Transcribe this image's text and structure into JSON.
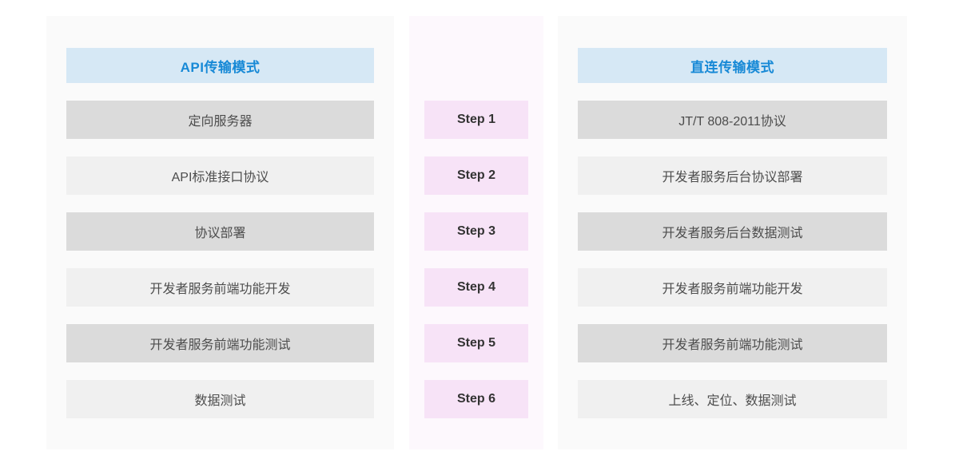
{
  "colors": {
    "panel_bg": "#fafafa",
    "middle_bg": "#fdf8fd",
    "header_bg": "#d6e8f5",
    "header_text": "#1789d6",
    "row_dark": "#dbdbdb",
    "row_light": "#f0f0f0",
    "row_text": "#4d4d4d",
    "step_bg": "#f7e3f7",
    "step_text": "#333333"
  },
  "left_column": {
    "header": "API传输模式",
    "rows": [
      {
        "label": "定向服务器"
      },
      {
        "label": "API标准接口协议"
      },
      {
        "label": "协议部署"
      },
      {
        "label": "开发者服务前端功能开发"
      },
      {
        "label": "开发者服务前端功能测试"
      },
      {
        "label": "数据测试"
      }
    ]
  },
  "steps_column": {
    "steps": [
      {
        "label": "Step 1"
      },
      {
        "label": "Step 2"
      },
      {
        "label": "Step 3"
      },
      {
        "label": "Step 4"
      },
      {
        "label": "Step 5"
      },
      {
        "label": "Step 6"
      }
    ]
  },
  "right_column": {
    "header": "直连传输模式",
    "rows": [
      {
        "label": "JT/T 808-2011协议"
      },
      {
        "label": "开发者服务后台协议部署"
      },
      {
        "label": "开发者服务后台数据测试"
      },
      {
        "label": "开发者服务前端功能开发"
      },
      {
        "label": "开发者服务前端功能测试"
      },
      {
        "label": "上线、定位、数据测试"
      }
    ]
  }
}
